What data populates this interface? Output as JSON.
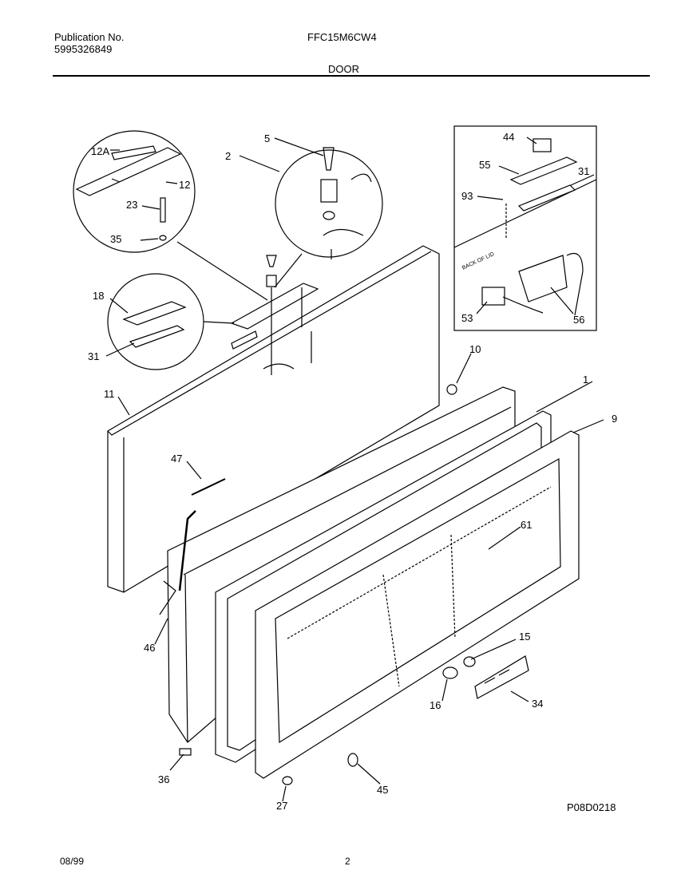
{
  "header": {
    "publication_label": "Publication No.",
    "publication_number": "5995326849",
    "model": "FFC15M6CW4",
    "section": "DOOR"
  },
  "diagram": {
    "callouts": [
      "1",
      "2",
      "5",
      "9",
      "10",
      "11",
      "12",
      "12A",
      "15",
      "16",
      "18",
      "23",
      "27",
      "31",
      "31",
      "34",
      "35",
      "36",
      "44",
      "45",
      "46",
      "47",
      "53",
      "55",
      "56",
      "61",
      "93"
    ],
    "inset_label": "BACK OF LID",
    "figure_code": "P08D0218"
  },
  "footer": {
    "date": "08/99",
    "page": "2"
  }
}
